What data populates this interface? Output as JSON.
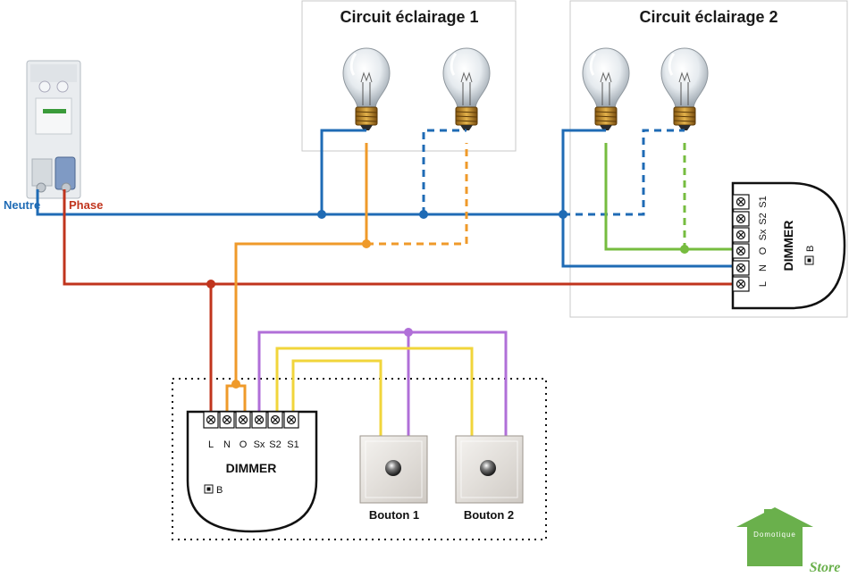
{
  "circuits": {
    "circuit1": "Circuit éclairage 1",
    "circuit2": "Circuit éclairage 2"
  },
  "wires": {
    "neutral_label": "Neutre",
    "phase_label": "Phase",
    "neutral_color": "#1f6bb5",
    "phase_color": "#c0341d",
    "load_color_1": "#ef9a2a",
    "load_color_2": "#76bc3f",
    "switch_yellow": "#f1d53b",
    "switch_violet": "#b06fd8"
  },
  "dimmer_main": {
    "title": "DIMMER",
    "terminals": [
      "L",
      "N",
      "O",
      "Sx",
      "S2",
      "S1"
    ],
    "button_label": "B"
  },
  "dimmer_remote": {
    "title": "DIMMER",
    "terminals": [
      "L",
      "N",
      "O",
      "Sx",
      "S2",
      "S1"
    ],
    "button_label": "B"
  },
  "switches": {
    "button1": "Bouton 1",
    "button2": "Bouton 2"
  },
  "logo": {
    "brand": "Domotique",
    "suffix": "Store",
    "color": "#6ab04c"
  }
}
